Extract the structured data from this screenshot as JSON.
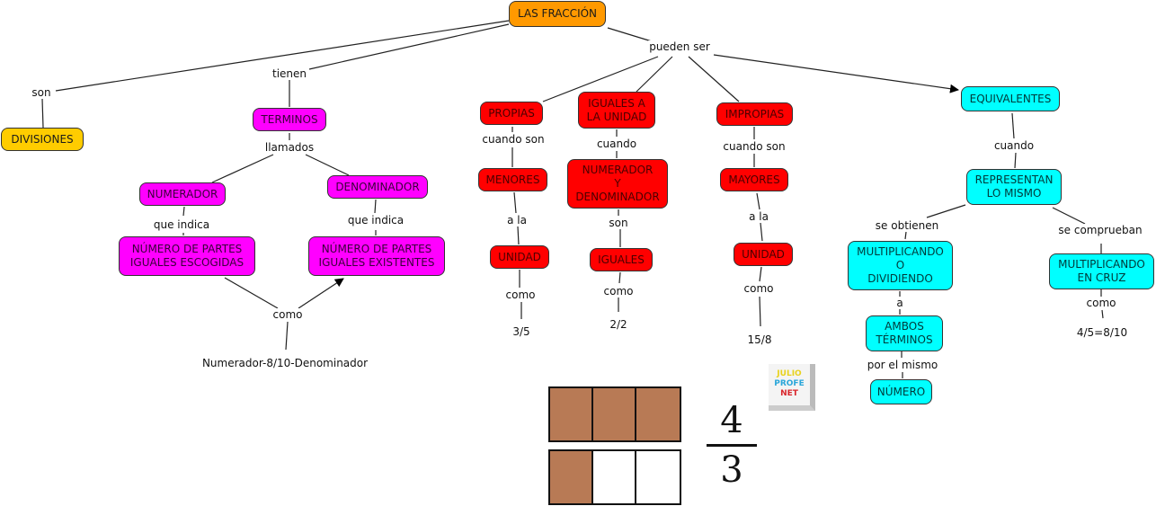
{
  "concept_map": {
    "root": "LAS FRACCIÓN",
    "nodes": {
      "divisiones": "DIVISIONES",
      "terminos": "TERMINOS",
      "numerador": "NUMERADOR",
      "denominador": "DENOMINADOR",
      "num_partes_escogidas": "NÚMERO DE PARTES\nIGUALES ESCOGIDAS",
      "num_partes_existentes": "NÚMERO DE PARTES\nIGUALES EXISTENTES",
      "propias": "PROPIAS",
      "iguales_unidad": "IGUALES A\nLA UNIDAD",
      "impropias": "IMPROPIAS",
      "equivalentes": "EQUIVALENTES",
      "menores": "MENORES",
      "num_y_den": "NUMERADOR\nY\nDENOMINADOR",
      "mayores": "MAYORES",
      "unidad_1": "UNIDAD",
      "iguales": "IGUALES",
      "unidad_2": "UNIDAD",
      "representan": "REPRESENTAN\nLO MISMO",
      "mult_div": "MULTIPLICANDO\nO\nDIVIDIENDO",
      "mult_cruz": "MULTIPLICANDO\nEN CRUZ",
      "ambos_terminos": "AMBOS\nTÉRMINOS",
      "numero": "NÚMERO"
    },
    "linking_phrases": {
      "son": "son",
      "tienen": "tienen",
      "pueden_ser": "pueden ser",
      "llamados": "llamados",
      "que_indica_1": "que indica",
      "que_indica_2": "que indica",
      "como_terms": "como",
      "cuando_son_1": "cuando son",
      "cuando": "cuando",
      "cuando_son_2": "cuando son",
      "cuando_eq": "cuando",
      "a_la_1": "a la",
      "son_2": "son",
      "a_la_2": "a la",
      "como_1": "como",
      "como_2": "como",
      "como_3": "como",
      "se_obtienen": "se obtienen",
      "se_comprueban": "se comprueban",
      "a": "a",
      "como_4": "como",
      "por_el_mismo": "por el mismo"
    },
    "examples": {
      "terms_example": "Numerador-8/10-Denominador",
      "propias_example": "3/5",
      "iguales_example": "2/2",
      "impropias_example": "15/8",
      "equivalentes_example": "4/5=8/10"
    }
  },
  "illustration": {
    "fraction_numerator": "4",
    "fraction_denominator": "3",
    "rows": [
      {
        "filled": 3,
        "total": 3
      },
      {
        "filled": 1,
        "total": 3
      }
    ],
    "fill_color": "#b87a55"
  },
  "logo": {
    "line1": "JULIO",
    "line2": "PROFE",
    "line3": "NET"
  },
  "colors": {
    "root": "#ff9900",
    "divisiones": "#ffcc00",
    "terminos_branch": "#ff00ff",
    "tipos_branch": "#ff0000",
    "equivalentes_branch": "#00ffff"
  }
}
